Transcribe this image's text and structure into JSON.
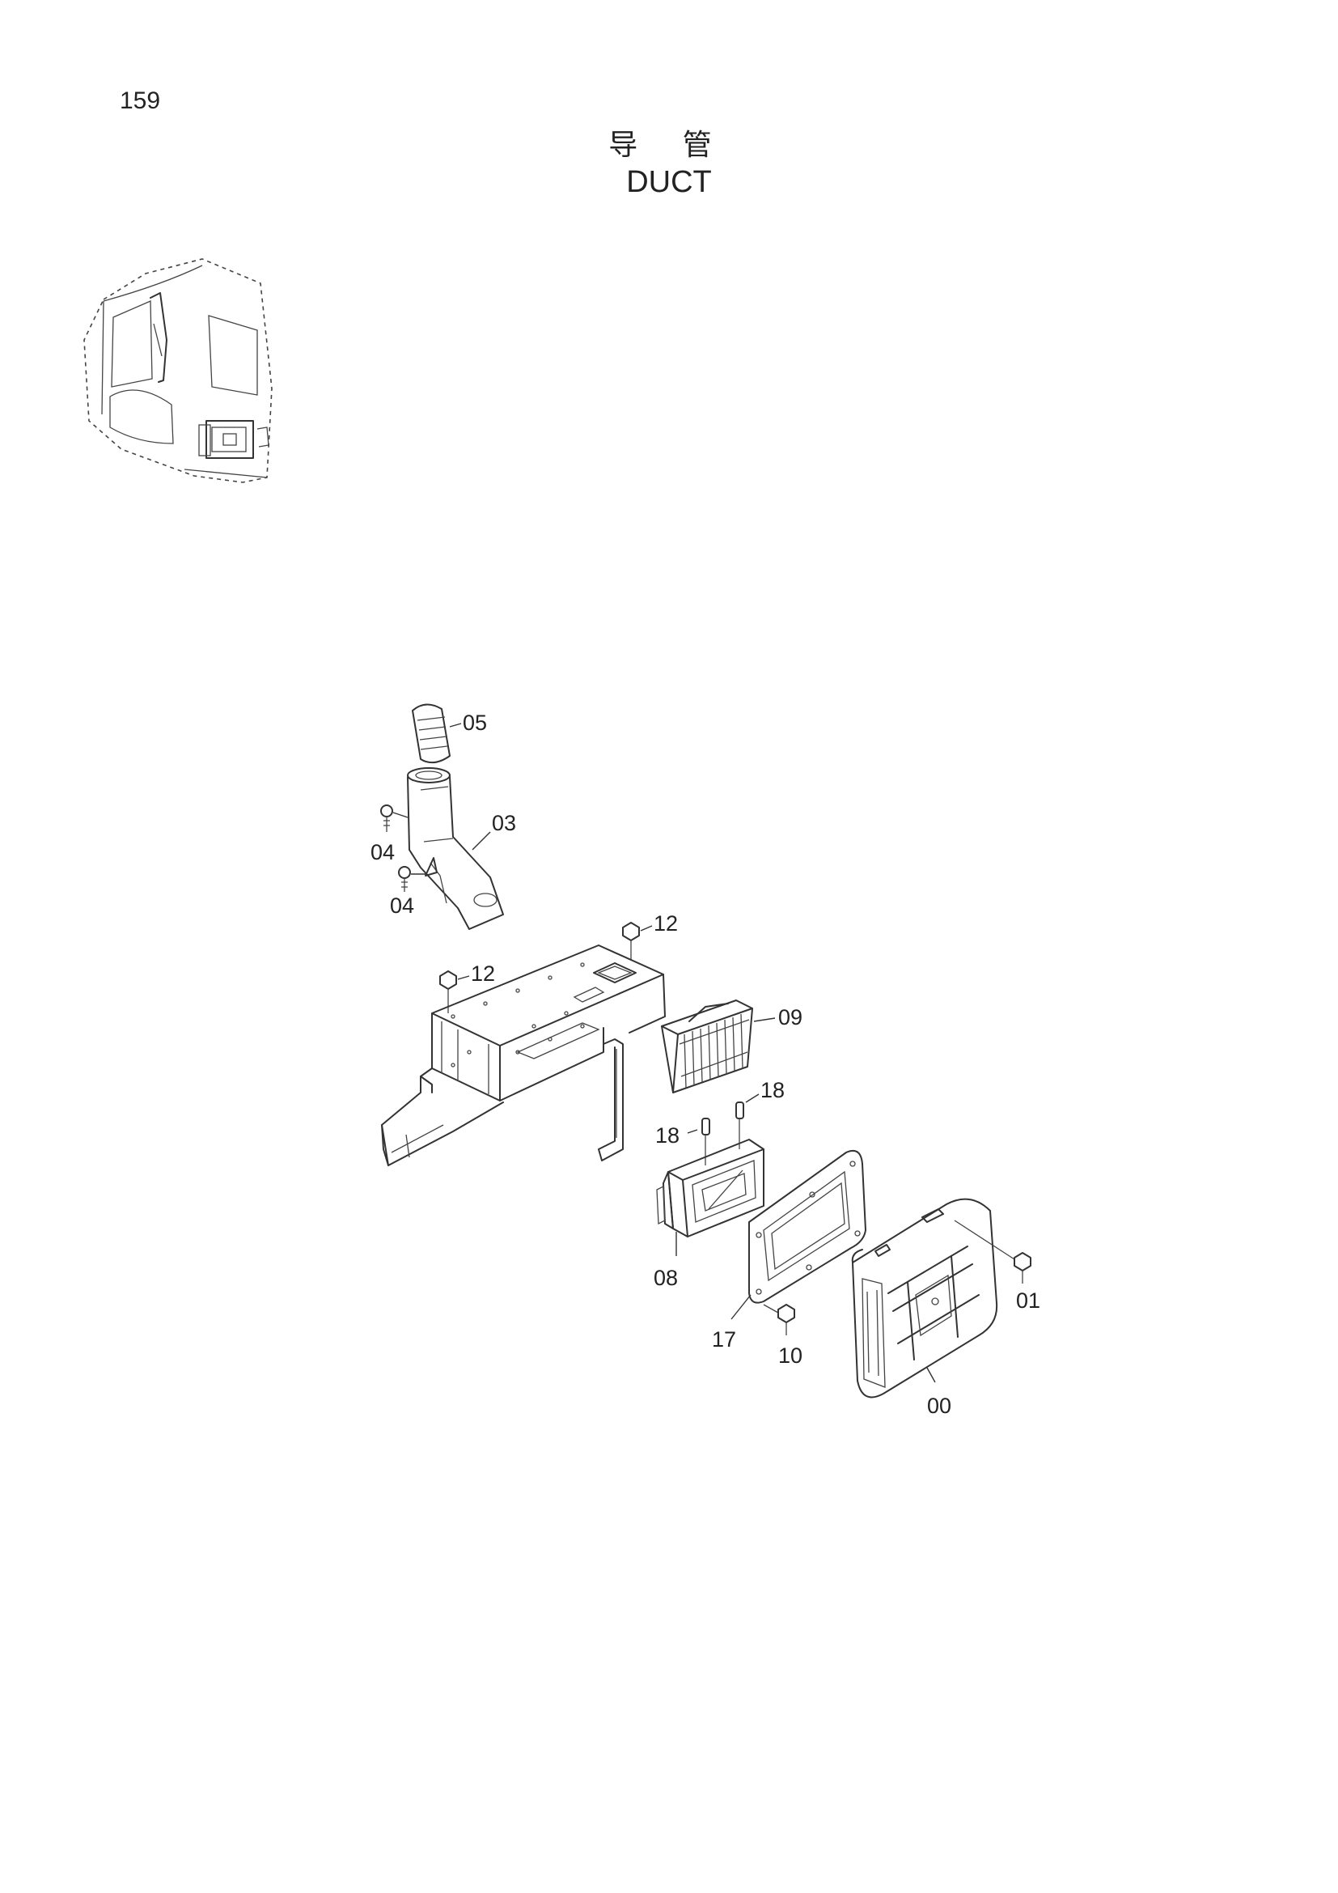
{
  "page": {
    "number": "159"
  },
  "title": {
    "zh": "导 管",
    "en": "DUCT"
  },
  "parts": [
    {
      "id": "05",
      "label": "05"
    },
    {
      "id": "04a",
      "label": "04"
    },
    {
      "id": "03",
      "label": "03"
    },
    {
      "id": "04b",
      "label": "04"
    },
    {
      "id": "12a",
      "label": "12"
    },
    {
      "id": "12b",
      "label": "12"
    },
    {
      "id": "09",
      "label": "09"
    },
    {
      "id": "18a",
      "label": "18"
    },
    {
      "id": "18b",
      "label": "18"
    },
    {
      "id": "08",
      "label": "08"
    },
    {
      "id": "01",
      "label": "01"
    },
    {
      "id": "17",
      "label": "17"
    },
    {
      "id": "10",
      "label": "10"
    },
    {
      "id": "00",
      "label": "00"
    }
  ]
}
